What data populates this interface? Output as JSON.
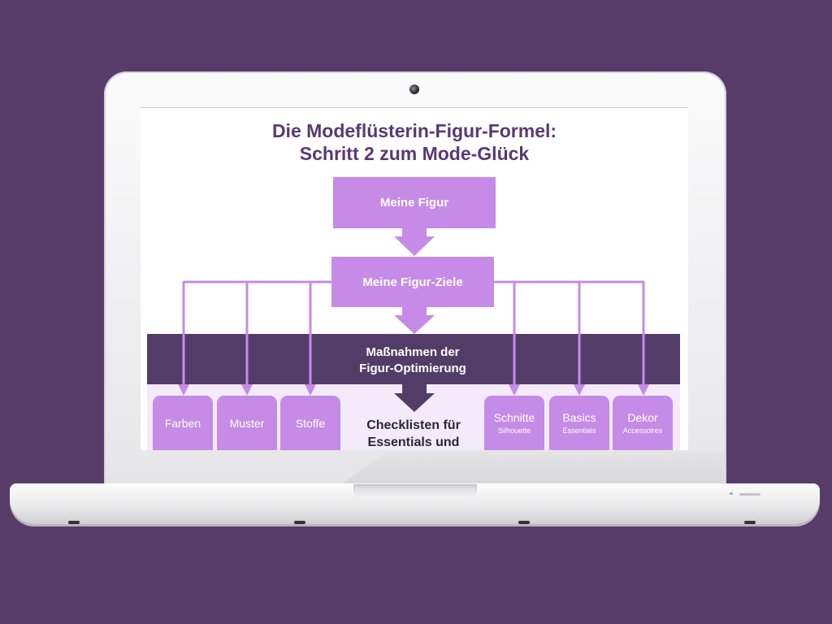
{
  "slide": {
    "title_line1": "Die Modeflüsterin-Figur-Formel:",
    "title_line2": "Schritt 2 zum Mode-Glück",
    "top_box": "Meine Figur",
    "goals_box": "Meine Figur-Ziele",
    "band_line1": "Maßnahmen der",
    "band_line2": "Figur-Optimierung",
    "center_line1": "Checklisten für",
    "center_line2": "Essentials und",
    "cards_left": [
      {
        "label": "Farben"
      },
      {
        "label": "Muster"
      },
      {
        "label": "Stoffe"
      }
    ],
    "cards_right": [
      {
        "label": "Schnitte",
        "sub": "Silhouette"
      },
      {
        "label": "Basics",
        "sub": "Essentials"
      },
      {
        "label": "Dekor",
        "sub": "Accessoires"
      }
    ]
  },
  "colors": {
    "background": "#573c6a",
    "box": "#c58be6",
    "band": "#543c69",
    "title": "#5a3970"
  }
}
